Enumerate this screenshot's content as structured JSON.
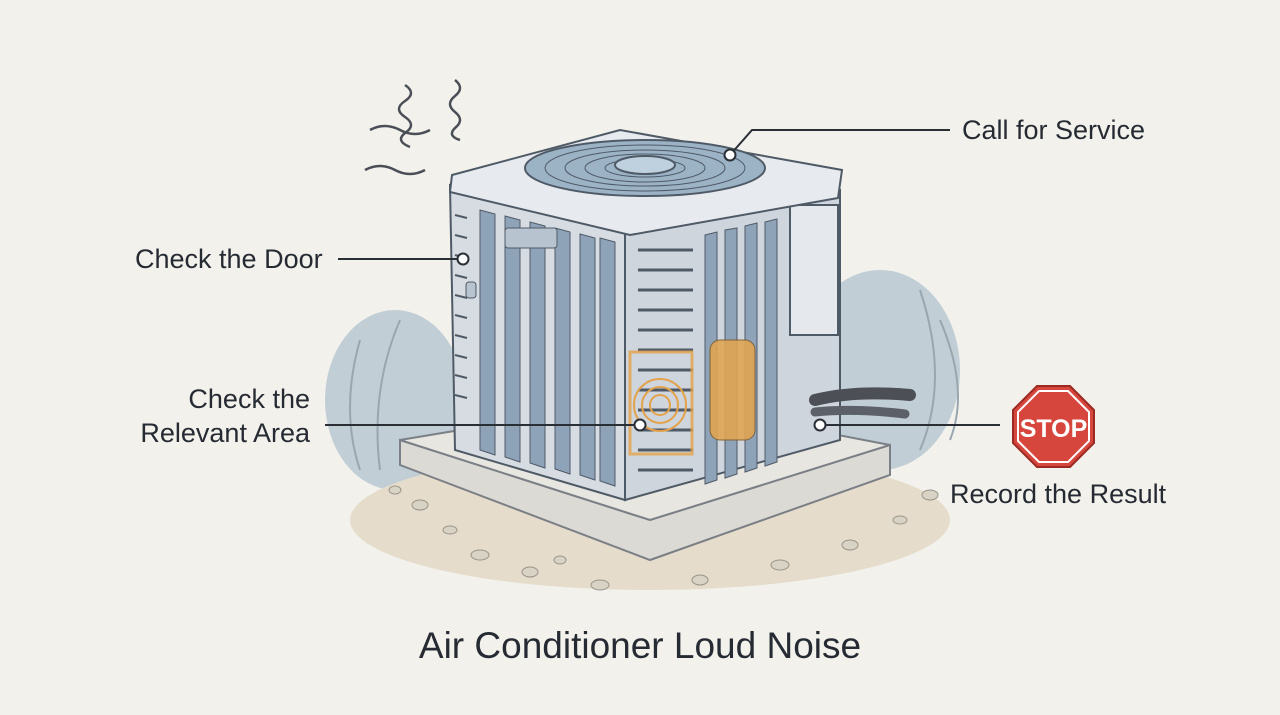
{
  "title": "Air Conditioner Loud Noise",
  "callouts": {
    "service": "Call for Service",
    "door": "Check the Door",
    "area_line1": "Check the",
    "area_line2": "Relevant Area",
    "result": "Record the Result"
  },
  "stop_sign": {
    "text": "STOP",
    "color": "#d6463c"
  },
  "icons": [
    "noise-waves-icon",
    "stop-sign-icon",
    "fan-grille-icon"
  ],
  "colors": {
    "background": "#f2f1ec",
    "unit_body": "#dde1e6",
    "highlight": "#e3a24a",
    "callout_line": "#2a2f36"
  }
}
